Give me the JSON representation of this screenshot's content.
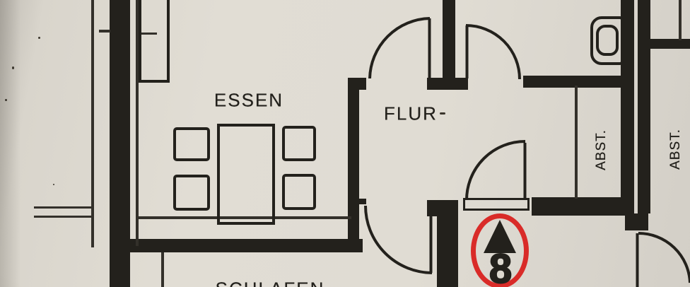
{
  "meta": {
    "kind": "scanned architectural floor plan (apartment)",
    "language": "German"
  },
  "rooms": {
    "essen": {
      "label": "ESSEN"
    },
    "flur": {
      "label": "FLUR"
    },
    "abst1": {
      "label": "ABST."
    },
    "abst2": {
      "label": "ABST."
    },
    "schlafen": {
      "label": "SCHLAFEN"
    }
  },
  "marker": {
    "value": "8",
    "symbol": "up-triangle inside red circle"
  },
  "furniture": {
    "dining_table": "rectangular table with four chairs",
    "toilet": "wc bowl"
  },
  "colors": {
    "paper": "#ded9d0",
    "ink": "#23211c",
    "marker_red": "#d92b28"
  }
}
